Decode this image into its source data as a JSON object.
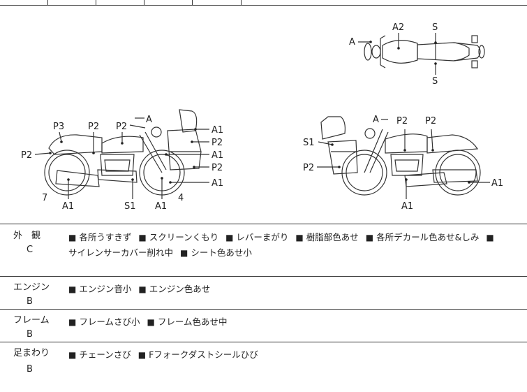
{
  "diagram": {
    "top_view": {
      "labels": [
        "A",
        "A2",
        "S",
        "S"
      ]
    },
    "left_side": {
      "labels": [
        "P3",
        "P2",
        "P2",
        "A",
        "P2",
        "A1",
        "P2",
        "A1",
        "P2",
        "A1",
        "7",
        "A1",
        "S1",
        "A1",
        "4"
      ]
    },
    "right_side": {
      "labels": [
        "A",
        "P2",
        "P2",
        "S1",
        "P2",
        "A1",
        "A1"
      ]
    }
  },
  "sections": [
    {
      "category": "外　観",
      "grade": "C",
      "notes": [
        "各所うすきず",
        "スクリーンくもり",
        "レバーまがり",
        "樹脂部色あせ",
        "各所デカール色あせ&しみ",
        "サイレンサーカバー削れ中",
        "シート色あせ小"
      ]
    },
    {
      "category": "エンジン",
      "grade": "B",
      "notes": [
        "エンジン音小",
        "エンジン色あせ"
      ]
    },
    {
      "category": "フレーム",
      "grade": "B",
      "notes": [
        "フレームさび小",
        "フレーム色あせ中"
      ]
    },
    {
      "category": "足まわり",
      "grade": "B",
      "notes": [
        "チェーンさび",
        "Fフォークダストシールひび"
      ]
    }
  ],
  "bullet": "■"
}
